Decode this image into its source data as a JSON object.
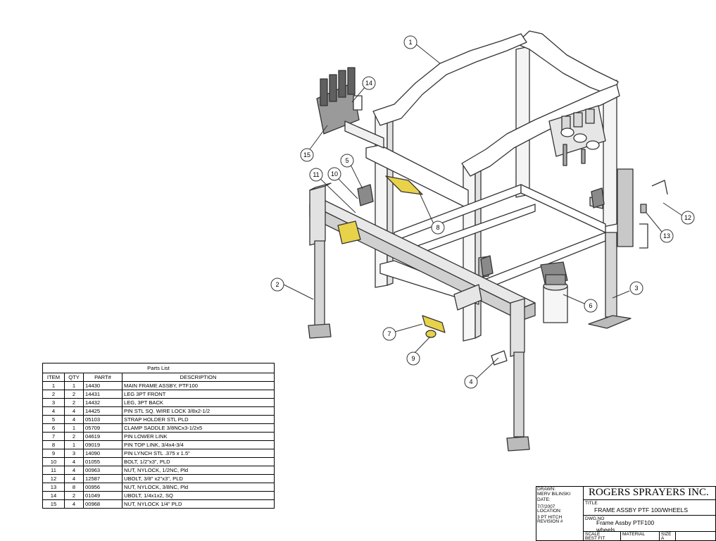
{
  "balloons": [
    "1",
    "2",
    "3",
    "4",
    "5",
    "6",
    "7",
    "8",
    "9",
    "10",
    "11",
    "12",
    "13",
    "14",
    "15"
  ],
  "parts_list": {
    "caption": "Parts List",
    "headers": [
      "ITEM",
      "QTY",
      "PART#",
      "DESCRIPTION"
    ],
    "rows": [
      [
        "1",
        "1",
        "14430",
        "MAIN FRAME ASSBY, PTF100"
      ],
      [
        "2",
        "2",
        "14431",
        "LEG 3PT FRONT"
      ],
      [
        "3",
        "2",
        "14432",
        "LEG, 3PT BACK"
      ],
      [
        "4",
        "4",
        "14425",
        "PIN STL SQ. WIRE LOCK 3/8x2-1/2"
      ],
      [
        "5",
        "4",
        "05103",
        "STRAP HOLDER STL PLD"
      ],
      [
        "6",
        "1",
        "05709",
        "CLAMP SADDLE 3/8NCx3-1/2x5"
      ],
      [
        "7",
        "2",
        "04619",
        "PIN LOWER LINK"
      ],
      [
        "8",
        "1",
        "09019",
        "PIN TOP LINK, 3/4x4-3/4"
      ],
      [
        "9",
        "3",
        "14090",
        "PIN LYNCH STL .375 x 1.5\""
      ],
      [
        "10",
        "4",
        "01055",
        "BOLT, 1/2\"x3\", PLD"
      ],
      [
        "11",
        "4",
        "00963",
        "NUT, NYLOCK, 1/2NC, Pld"
      ],
      [
        "12",
        "4",
        "12587",
        "UBOLT, 3/8\" x2\"x3\", PLD"
      ],
      [
        "13",
        "8",
        "00956",
        "NUT, NYLOCK, 3/8NC, Pld"
      ],
      [
        "14",
        "2",
        "01049",
        "UBOLT, 1/4x1x2, SQ"
      ],
      [
        "15",
        "4",
        "00968",
        "NUT, NYLOCK 1/4\" PLD"
      ]
    ]
  },
  "title_block": {
    "drawn_label": "DRAWN:",
    "drawn_value": "MERV BILINSKI",
    "date_label": "DATE:",
    "date_value": "7/7/2007",
    "location_label": "LOCATION:",
    "location_value": "3 PT HITCH",
    "revision_label": "REVISION #",
    "company": "ROGERS SPRAYERS INC.",
    "title_label": "TITLE",
    "title_value": "FRAME ASSBY PTF 100/WHEELS",
    "dwg_label": "DWG.NO",
    "dwg_value_1": "Frame Assby PTF100",
    "dwg_value_2": "wheels",
    "scale_label": "SCALE",
    "scale_value": "BEST FIT",
    "material_label": "MATERIAL",
    "size_label": "SIZE",
    "size_value": "A"
  }
}
